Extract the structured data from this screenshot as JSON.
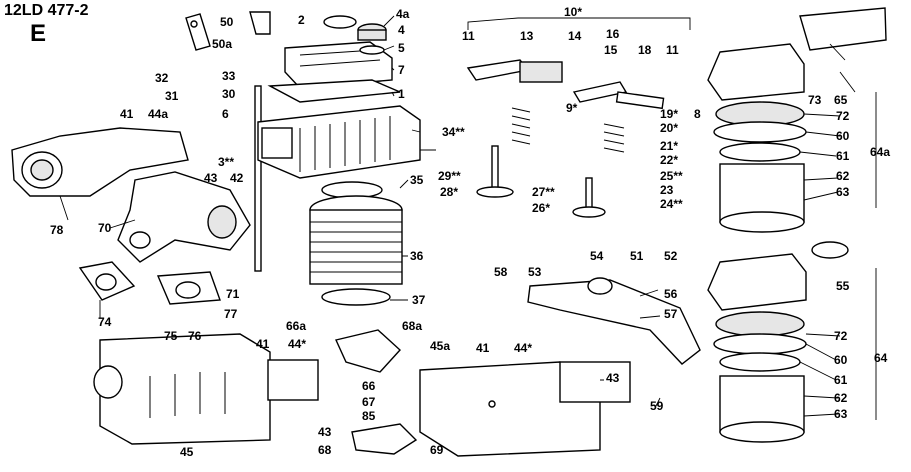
{
  "header": {
    "code": "12LD 477-2",
    "letter": "E"
  },
  "labels": {
    "p2": "2",
    "p3": "3**",
    "p4": "4",
    "p4a": "4a",
    "p5": "5",
    "p6": "6",
    "p7": "7",
    "p8": "8",
    "p9": "9*",
    "p10": "10*",
    "p11a": "11",
    "p11b": "11",
    "p13": "13",
    "p14": "14",
    "p15": "15",
    "p16": "16",
    "p18": "18",
    "p19": "19*",
    "p20": "20*",
    "p21": "21*",
    "p22": "22*",
    "p23": "23",
    "p24": "24**",
    "p25": "25**",
    "p26": "26*",
    "p27": "27**",
    "p28": "28*",
    "p29": "29**",
    "p30": "30",
    "p31": "31",
    "p32": "32",
    "p33": "33",
    "p34": "34**",
    "p35": "35",
    "p36": "36",
    "p37": "37",
    "p41a": "41",
    "p41b": "41",
    "p41c": "41",
    "p42": "42",
    "p43a": "43",
    "p43b": "43",
    "p43c": "43",
    "p44a": "44a",
    "p44b": "44*",
    "p44c": "44*",
    "p45": "45",
    "p45a": "45a",
    "p50": "50",
    "p50a": "50a",
    "p51": "51",
    "p52": "52",
    "p53": "53",
    "p54": "54",
    "p55": "55",
    "p56": "56",
    "p57": "57",
    "p58": "58",
    "p59": "59",
    "p60a": "60",
    "p60b": "60",
    "p61a": "61",
    "p61b": "61",
    "p62a": "62",
    "p62b": "62",
    "p63a": "63",
    "p63b": "63",
    "p64": "64",
    "p64a": "64a",
    "p65": "65",
    "p66": "66",
    "p66a": "66a",
    "p67": "67",
    "p68": "68",
    "p68a": "68a",
    "p69": "69",
    "p70": "70",
    "p71": "71",
    "p72a": "72",
    "p72b": "72",
    "p73": "73",
    "p74": "74",
    "p75": "75",
    "p76": "76",
    "p77": "77",
    "p78": "78",
    "p85": "85",
    "p1": "1"
  }
}
